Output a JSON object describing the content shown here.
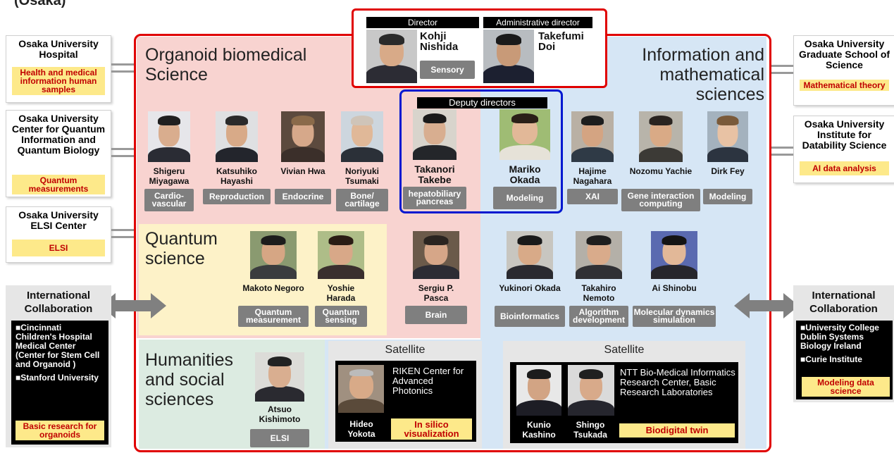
{
  "corner_label": "(Osaka)",
  "directors": {
    "director_label": "Director",
    "director_name": "Kohji Nishida",
    "director_badge": "Sensory",
    "admin_label": "Administrative director",
    "admin_name": "Takefumi Doi"
  },
  "regions": {
    "organoid": "Organoid biomedical Science",
    "info": "Information and mathematical sciences",
    "quantum": "Quantum science",
    "humanities": "Humanities and social sciences"
  },
  "deputy_label": "Deputy directors",
  "left_boxes": [
    {
      "title": "Osaka University Hospital",
      "badge": "Health and medical information human samples"
    },
    {
      "title": "Osaka University Center for Quantum Information and Quantum Biology",
      "badge": "Quantum measurements"
    },
    {
      "title": "Osaka University ELSI Center",
      "badge": "ELSI"
    }
  ],
  "right_boxes": [
    {
      "title": "Osaka University Graduate School of Science",
      "badge": "Mathematical theory"
    },
    {
      "title": "Osaka University Institute for Datability Science",
      "badge": "AI data analysis"
    }
  ],
  "people_row1": [
    {
      "name": "Shigeru Miyagawa",
      "badge": "Cardio-vascular"
    },
    {
      "name": "Katsuhiko Hayashi",
      "badge": "Reproduction"
    },
    {
      "name": "Vivian Hwa",
      "badge": "Endocrine"
    },
    {
      "name": "Noriyuki Tsumaki",
      "badge": "Bone/ cartilage"
    },
    {
      "name": "Takanori Takebe",
      "badge": "hepatobiliary pancreas"
    },
    {
      "name": "Mariko Okada",
      "badge": "Modeling"
    },
    {
      "name": "Hajime Nagahara",
      "badge": "XAI"
    },
    {
      "name": "Nozomu Yachie",
      "badge": "Gene interaction computing"
    },
    {
      "name": "Dirk Fey",
      "badge": "Modeling"
    }
  ],
  "people_row2": [
    {
      "name": "Makoto Negoro",
      "badge": "Quantum measurement"
    },
    {
      "name": "Yoshie Harada",
      "badge": "Quantum sensing"
    },
    {
      "name": "Sergiu P. Pasca",
      "badge": "Brain"
    },
    {
      "name": "Yukinori Okada",
      "badge": "Bioinformatics"
    },
    {
      "name": "Takahiro Nemoto",
      "badge": "Algorithm development"
    },
    {
      "name": "Ai Shinobu",
      "badge": "Molecular dynamics simulation"
    }
  ],
  "humanities_person": {
    "name": "Atsuo Kishimoto",
    "badge": "ELSI"
  },
  "satellite1": {
    "title": "Satellite",
    "org": "RIKEN Center for Advanced Photonics",
    "person": "Hideo Yokota",
    "badge": "In silico visualization"
  },
  "satellite2": {
    "title": "Satellite",
    "org": "NTT Bio-Medical Informatics Research Center, Basic Research Laboratories",
    "person1": "Kunio Kashino",
    "person2": "Shingo Tsukada",
    "badge": "Biodigital twin"
  },
  "intl_left": {
    "title": "International Collaboration",
    "items": [
      "■Cincinnati Children's Hospital Medical Center (Center for Stem Cell and Organoid )",
      "■Stanford University"
    ],
    "badge": "Basic research for organoids"
  },
  "intl_right": {
    "title": "International Collaboration",
    "items": [
      "■University College Dublin Systems Biology Ireland",
      "■Curie Institute"
    ],
    "badge": "Modeling data science"
  },
  "colors": {
    "frame_red": "#e00000",
    "deputy_blue": "#0018d0",
    "pink": "#f8d3d0",
    "blue": "#d6e6f5",
    "yellow": "#fdf2c8",
    "green": "#dcebe1",
    "badge_gray": "#7f7f7f",
    "badge_yellow": "#fde98a",
    "badge_text": "#c00000"
  }
}
